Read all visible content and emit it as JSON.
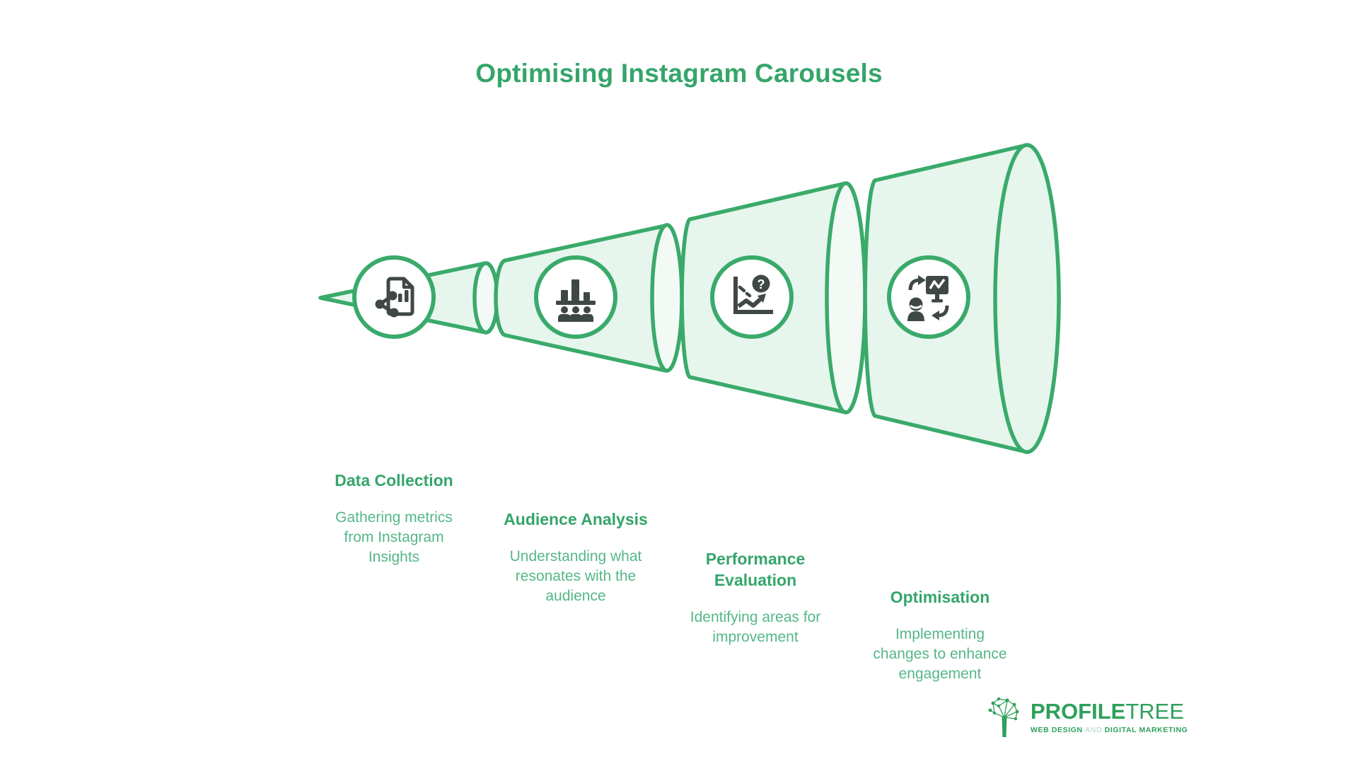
{
  "page": {
    "title": "Optimising Instagram Carousels",
    "background": "#ffffff"
  },
  "colors": {
    "accent_green": "#3aaa6b",
    "funnel_fill": "#e6f6ec",
    "funnel_cap_fill": "#f3faf6",
    "heading_green": "#35a56a",
    "body_text_green": "#55b788",
    "icon_dark": "#3f4845",
    "logo_green": "#2ea05a",
    "logo_and_muted": "#a9d6bf"
  },
  "funnel": {
    "stages": [
      {
        "heading": "Data Collection",
        "description": "Gathering metrics from Instagram Insights",
        "icon": "share-document-icon"
      },
      {
        "heading": "Audience Analysis",
        "description": "Understanding what resonates with the audience",
        "icon": "audience-bar-chart-icon"
      },
      {
        "heading": "Performance Evaluation",
        "description": "Identifying areas for improvement",
        "icon": "trend-question-icon"
      },
      {
        "heading": "Optimisation",
        "description": "Implementing changes to enhance engagement",
        "icon": "person-monitor-sync-icon"
      }
    ],
    "question_mark": "?"
  },
  "logo": {
    "brand_bold": "PROFILE",
    "brand_light": "TREE",
    "tagline_lead": "WEB DESIGN",
    "tagline_mid": "AND",
    "tagline_tail": "DIGITAL MARKETING"
  }
}
